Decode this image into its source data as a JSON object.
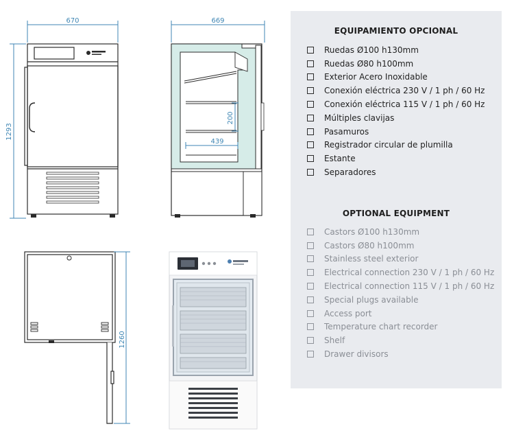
{
  "drawings": {
    "front": {
      "width_dim": "670",
      "height_dim": "1293"
    },
    "side": {
      "depth_dim": "669",
      "shelf_gap_dim": "200",
      "shelf_depth_dim": "439"
    },
    "top": {
      "door_dim": "1260"
    }
  },
  "panel": {
    "spanish": {
      "title": "EQUIPAMIENTO OPCIONAL",
      "items": [
        "Ruedas Ø100 h130mm",
        "Ruedas Ø80 h100mm",
        "Exterior Acero Inoxidable",
        "Conexión eléctrica 230 V / 1 ph / 60 Hz",
        "Conexión eléctrica 115 V / 1 ph / 60 Hz",
        "Múltiples clavijas",
        "Pasamuros",
        "Registrador circular de plumilla",
        "Estante",
        "Separadores"
      ]
    },
    "english": {
      "title": "OPTIONAL EQUIPMENT",
      "items": [
        "Castors Ø100 h130mm",
        "Castors Ø80 h100mm",
        "Stainless steel exterior",
        "Electrical connection 230 V / 1 ph / 60 Hz",
        "Electrical connection 115 V / 1 ph / 60 Hz",
        "Special plugs available",
        "Access port",
        "Temperature chart recorder",
        "Shelf",
        "Drawer divisors"
      ]
    }
  },
  "colors": {
    "panel_bg": "#e9ebef",
    "insulation": "#d6ece8",
    "dimension_line": "#3f86b4",
    "outline": "#2b2b2b"
  }
}
